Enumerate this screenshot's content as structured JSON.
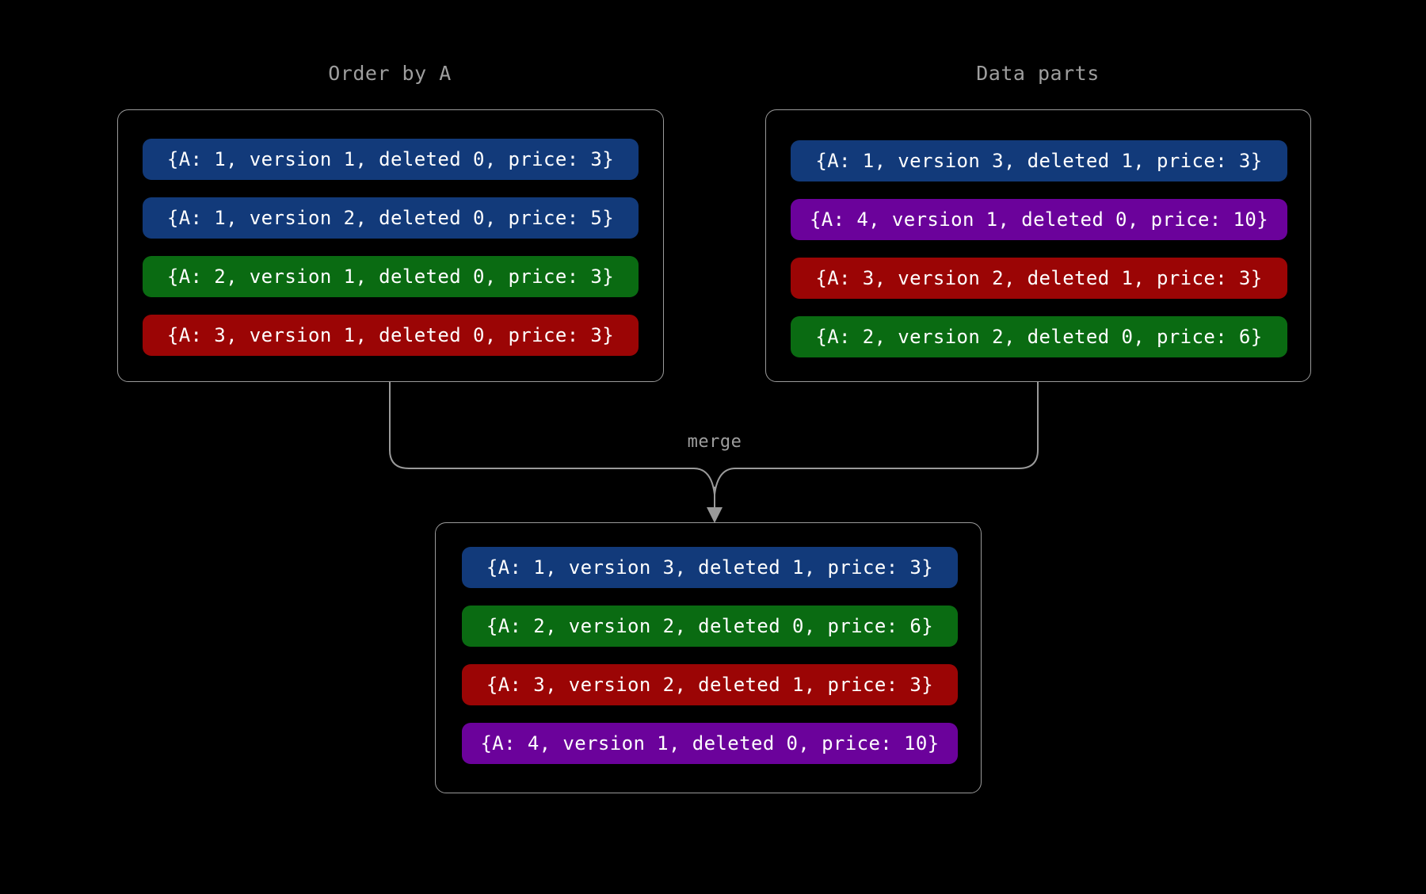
{
  "diagram": {
    "background_color": "#000000",
    "border_color": "#9a9a9a",
    "title_color": "#9e9e9e",
    "edge_label": "merge"
  },
  "palette": {
    "blue": "#123a7a",
    "green": "#0a6b12",
    "red": "#9b0505",
    "purple": "#6b029b"
  },
  "panels": {
    "order_by": {
      "title": "Order by A",
      "rows": [
        {
          "text": "{A: 1, version 1, deleted 0, price: 3}",
          "color": "#123a7a"
        },
        {
          "text": "{A: 1, version 2, deleted 0, price: 5}",
          "color": "#123a7a"
        },
        {
          "text": "{A: 2, version 1, deleted 0, price: 3}",
          "color": "#0a6b12"
        },
        {
          "text": "{A: 3, version 1, deleted 0, price: 3}",
          "color": "#9b0505"
        }
      ]
    },
    "data_parts": {
      "title": "Data parts",
      "rows": [
        {
          "text": "{A: 1, version 3, deleted 1, price: 3}",
          "color": "#123a7a"
        },
        {
          "text": "{A: 4, version 1, deleted 0, price: 10}",
          "color": "#6b029b"
        },
        {
          "text": "{A: 3, version 2, deleted 1, price: 3}",
          "color": "#9b0505"
        },
        {
          "text": "{A: 2, version 2, deleted 0, price: 6}",
          "color": "#0a6b12"
        }
      ]
    },
    "merged": {
      "title": "",
      "rows": [
        {
          "text": "{A: 1, version 3, deleted 1, price: 3}",
          "color": "#123a7a"
        },
        {
          "text": "{A: 2, version 2, deleted 0, price: 6}",
          "color": "#0a6b12"
        },
        {
          "text": "{A: 3, version 2, deleted 1, price: 3}",
          "color": "#9b0505"
        },
        {
          "text": "{A: 4, version 1, deleted 0, price: 10}",
          "color": "#6b029b"
        }
      ]
    }
  }
}
